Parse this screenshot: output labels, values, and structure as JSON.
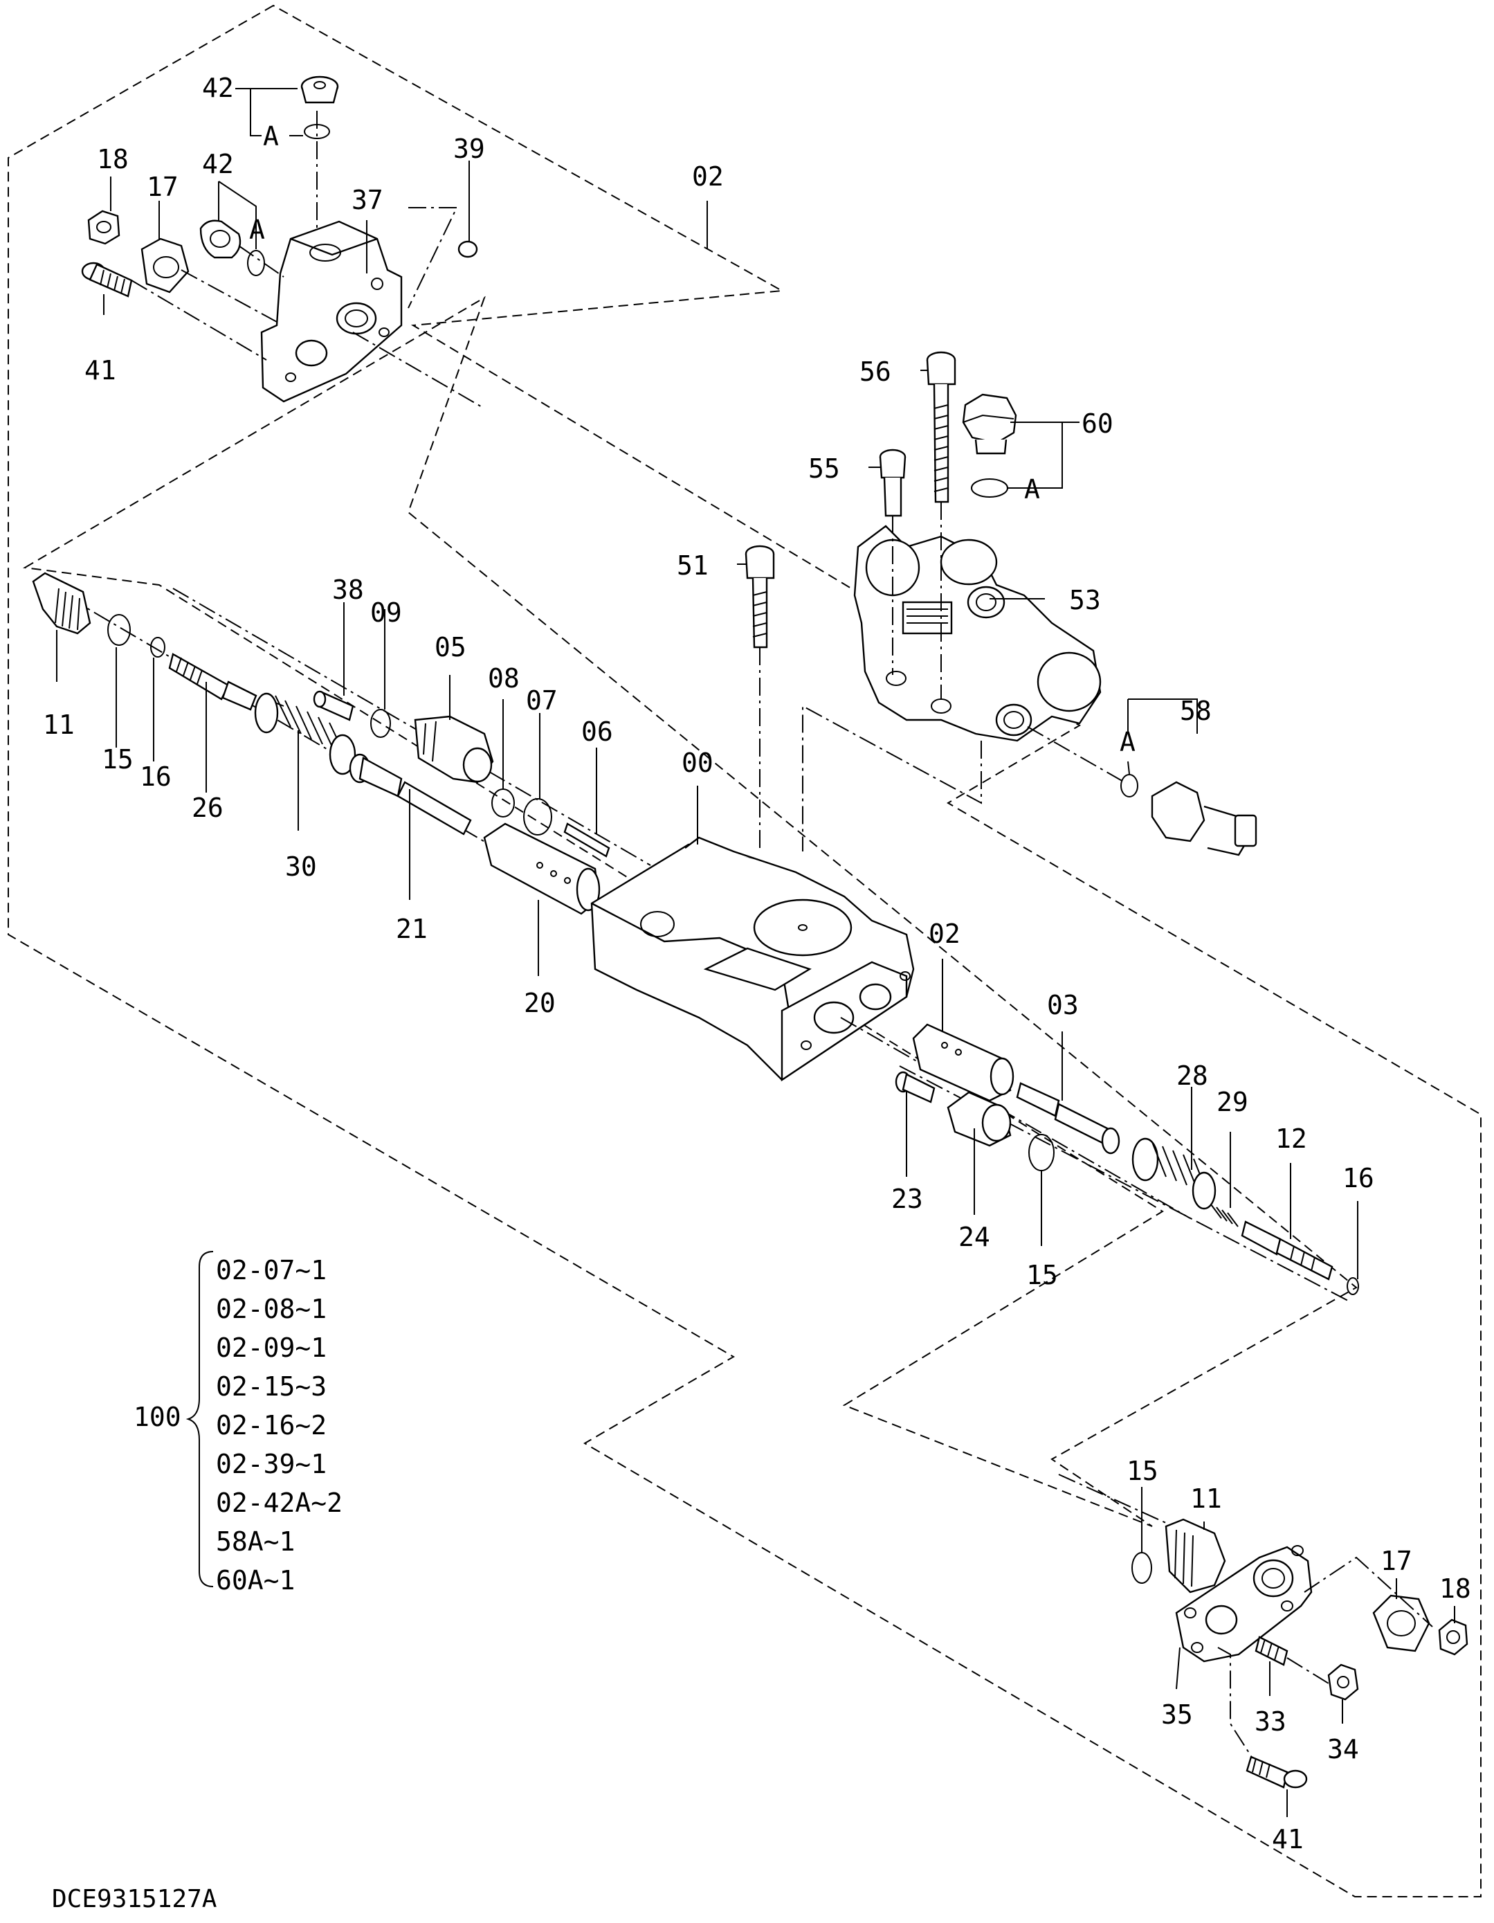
{
  "drawing_code": "DCE9315127A",
  "legend": {
    "parent": "100",
    "items": [
      "02-07~1",
      "02-08~1",
      "02-09~1",
      "02-15~3",
      "02-16~2",
      "02-39~1",
      "02-42A~2",
      "58A~1",
      "60A~1"
    ]
  },
  "callouts": {
    "c42a": "42",
    "a1": "A",
    "c18a": "18",
    "c17a": "17",
    "c42b": "42",
    "a2": "A",
    "c37": "37",
    "c39": "39",
    "c02a": "02",
    "c41a": "41",
    "c56": "56",
    "c60": "60",
    "a3": "A",
    "c55": "55",
    "c51": "51",
    "c53": "53",
    "c58": "58",
    "a4": "A",
    "c11a": "11",
    "c15a": "15",
    "c16a": "16",
    "c26": "26",
    "c38": "38",
    "c09": "09",
    "c30": "30",
    "c05": "05",
    "c08": "08",
    "c07": "07",
    "c06": "06",
    "c00": "00",
    "c21": "21",
    "c20": "20",
    "c02b": "02",
    "c03": "03",
    "c28": "28",
    "c29": "29",
    "c12": "12",
    "c16b": "16",
    "c23": "23",
    "c24": "24",
    "c15b": "15",
    "c15c": "15",
    "c11b": "11",
    "c17b": "17",
    "c18b": "18",
    "c35": "35",
    "c33": "33",
    "c34": "34",
    "c41b": "41"
  }
}
